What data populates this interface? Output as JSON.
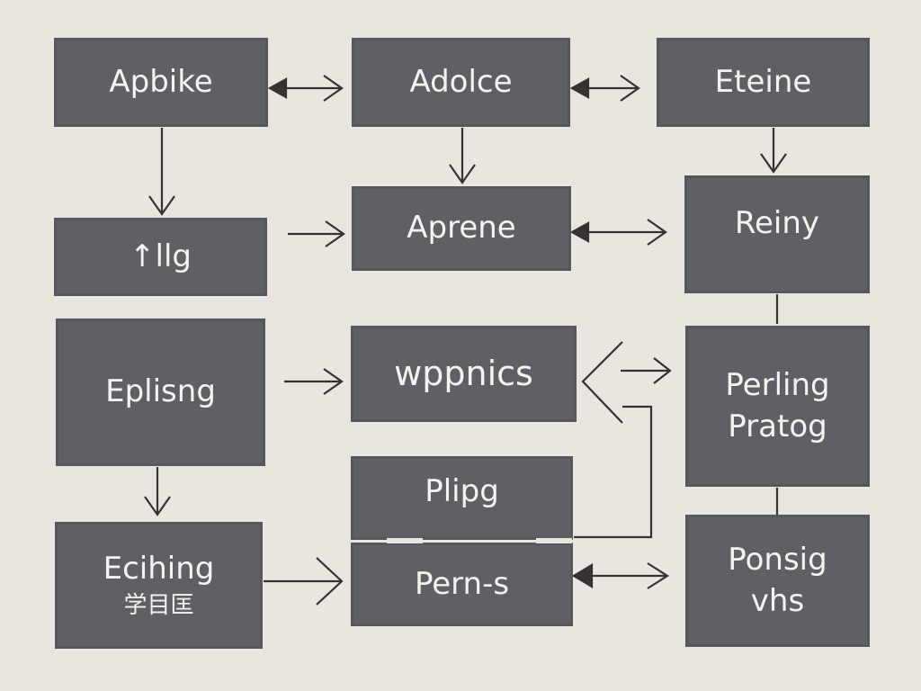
{
  "nodes": [
    {
      "id": "n1",
      "label": "Apbike"
    },
    {
      "id": "n2",
      "label": "Adolce"
    },
    {
      "id": "n3",
      "label": "Eteine"
    },
    {
      "id": "n4",
      "label": "↑llg"
    },
    {
      "id": "n5",
      "label": "Aprene"
    },
    {
      "id": "n6",
      "label": "Reiny"
    },
    {
      "id": "n7",
      "label": "Eplisng"
    },
    {
      "id": "n8",
      "label": "wppnics"
    },
    {
      "id": "n9",
      "label": "Perling",
      "label2": "Pratog"
    },
    {
      "id": "n10",
      "label": "Plipg"
    },
    {
      "id": "n11",
      "label": "Pern-s"
    },
    {
      "id": "n12",
      "label": "Ecihing",
      "label2": "学目匡"
    },
    {
      "id": "n13",
      "label": "Ponsig",
      "label2": "vhs"
    }
  ],
  "colors": {
    "background": "#e8e6de",
    "box": "#5e6065",
    "text": "#f3f3f0",
    "line": "#333333"
  }
}
